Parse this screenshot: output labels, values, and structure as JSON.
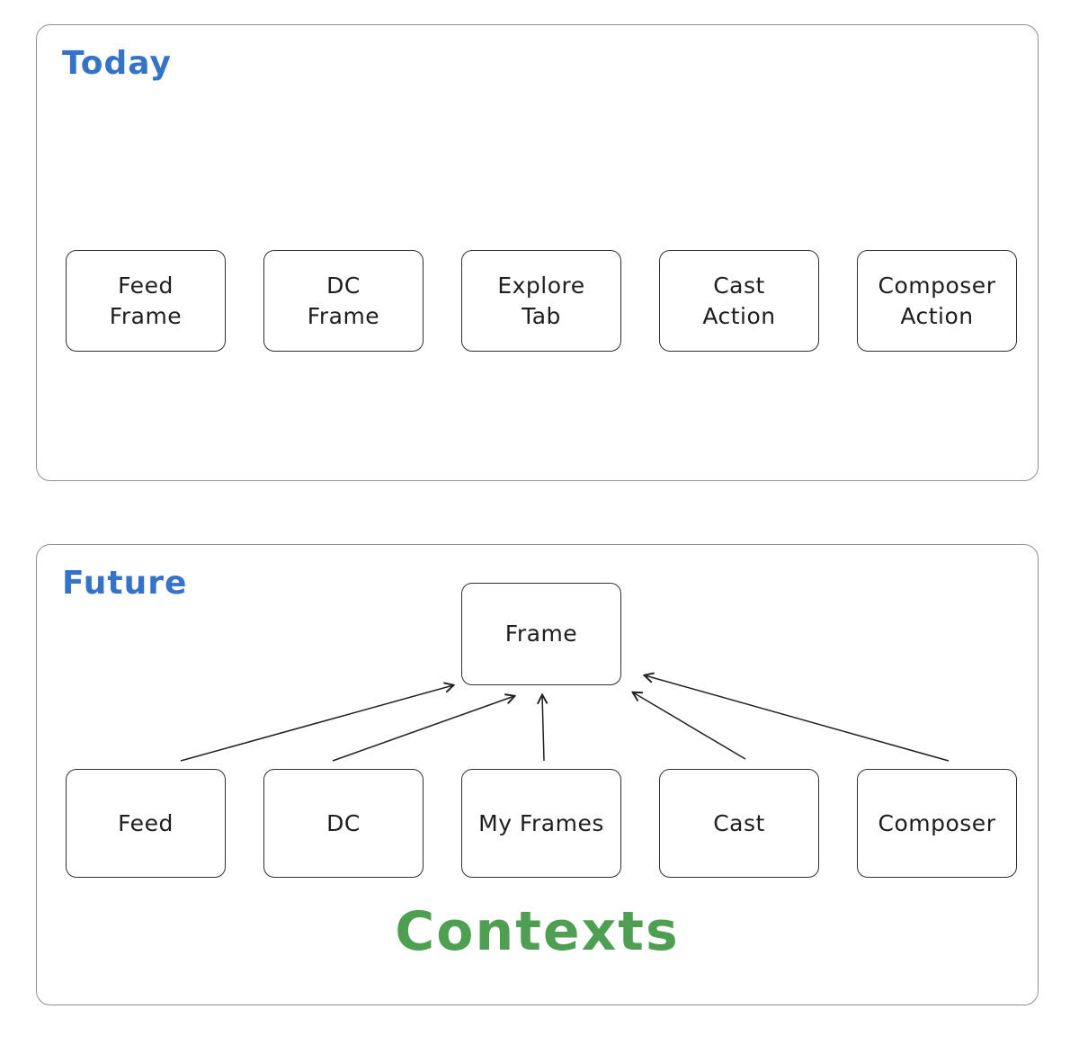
{
  "colors": {
    "section_heading": "#3473c7",
    "caption_green": "#4f9f53",
    "node_border": "#2f2f2f",
    "panel_border": "#8f8f8f",
    "arrow": "#1f1f1f",
    "background": "#ffffff"
  },
  "today": {
    "label": "Today",
    "boxes": [
      {
        "line1": "Feed",
        "line2": "Frame"
      },
      {
        "line1": "DC",
        "line2": "Frame"
      },
      {
        "line1": "Explore",
        "line2": "Tab"
      },
      {
        "line1": "Cast",
        "line2": "Action"
      },
      {
        "line1": "Composer",
        "line2": "Action"
      }
    ]
  },
  "future": {
    "label": "Future",
    "frame": {
      "label": "Frame"
    },
    "boxes": [
      {
        "label": "Feed"
      },
      {
        "label": "DC"
      },
      {
        "label": "My Frames"
      },
      {
        "label": "Cast"
      },
      {
        "label": "Composer"
      }
    ],
    "caption": "Contexts",
    "connections": [
      {
        "from": "Feed",
        "to": "Frame"
      },
      {
        "from": "DC",
        "to": "Frame"
      },
      {
        "from": "My Frames",
        "to": "Frame"
      },
      {
        "from": "Cast",
        "to": "Frame"
      },
      {
        "from": "Composer",
        "to": "Frame"
      }
    ]
  }
}
